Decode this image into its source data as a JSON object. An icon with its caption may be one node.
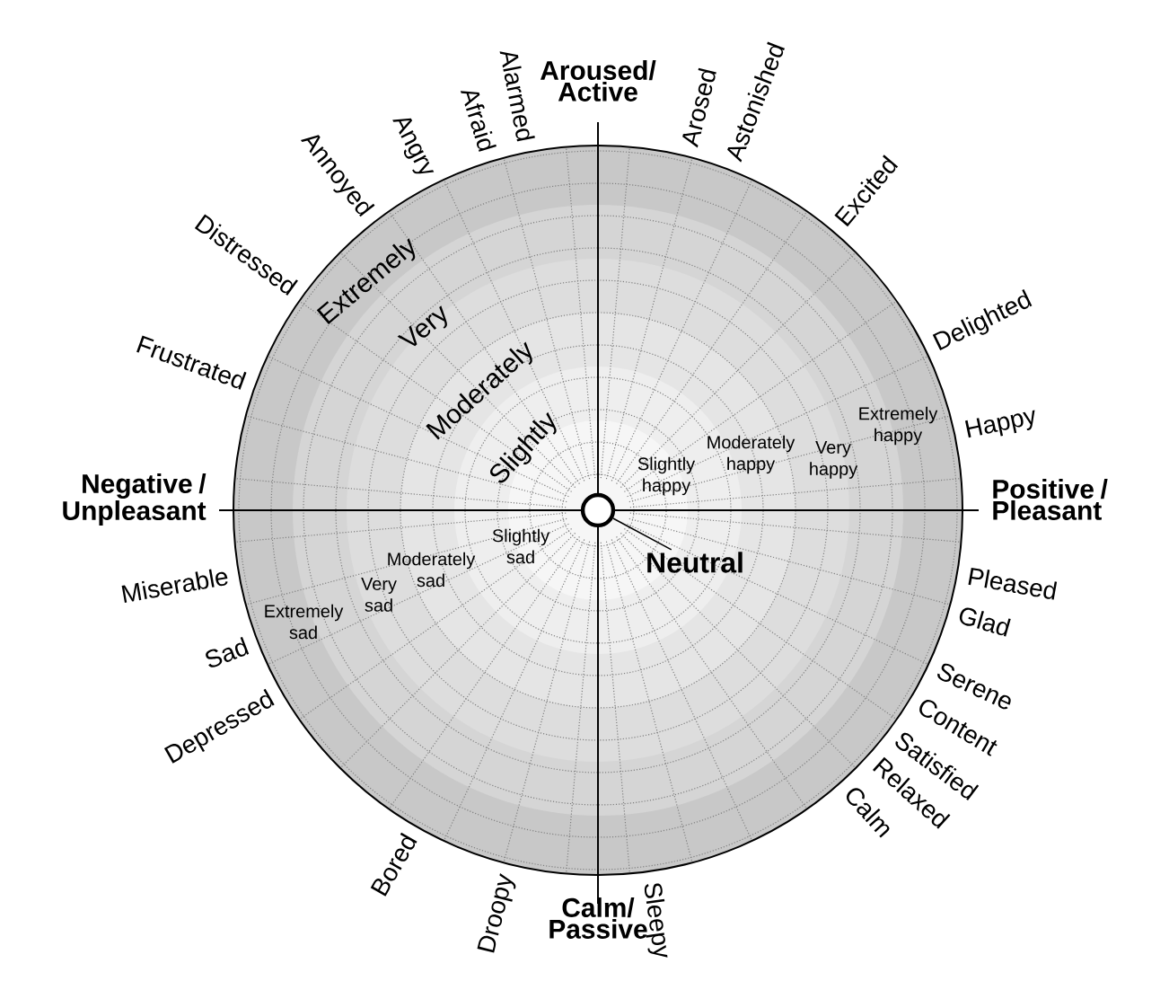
{
  "diagram": {
    "nodes": [
      {
        "text": [
          "Neutral"
        ]
      },
      {
        "text": [],
        "shape": "circle"
      }
    ],
    "edges": [
      {
        "from": 0,
        "to": 1,
        "arrow": "none"
      }
    ],
    "labels": [
      "Aroused/ Active",
      "Alarmed",
      "Afraid",
      "Angry",
      "Annoyed",
      "Arosed",
      "Astonished",
      "Excited",
      "Distressed",
      "Delighted",
      "Frustrated",
      "Extremely",
      "Very",
      "Moderately",
      "Slightly",
      "Extremely happy",
      "Happy",
      "Very happy",
      "Moderately happy",
      "Slightly happy",
      "Negative / Unpleasant",
      "Positive / Pleasant",
      "Slightly sad",
      "Moderately sad",
      "Pleased",
      "Miserable",
      "Very sad",
      "Glad",
      "Extremely sad",
      "Sad",
      "Serene",
      "Depressed",
      "Content",
      "Satisfied",
      "Relaxed",
      "Calm",
      "Bored",
      "Droopy",
      "Calm/ Passive",
      "Sleepy"
    ]
  }
}
